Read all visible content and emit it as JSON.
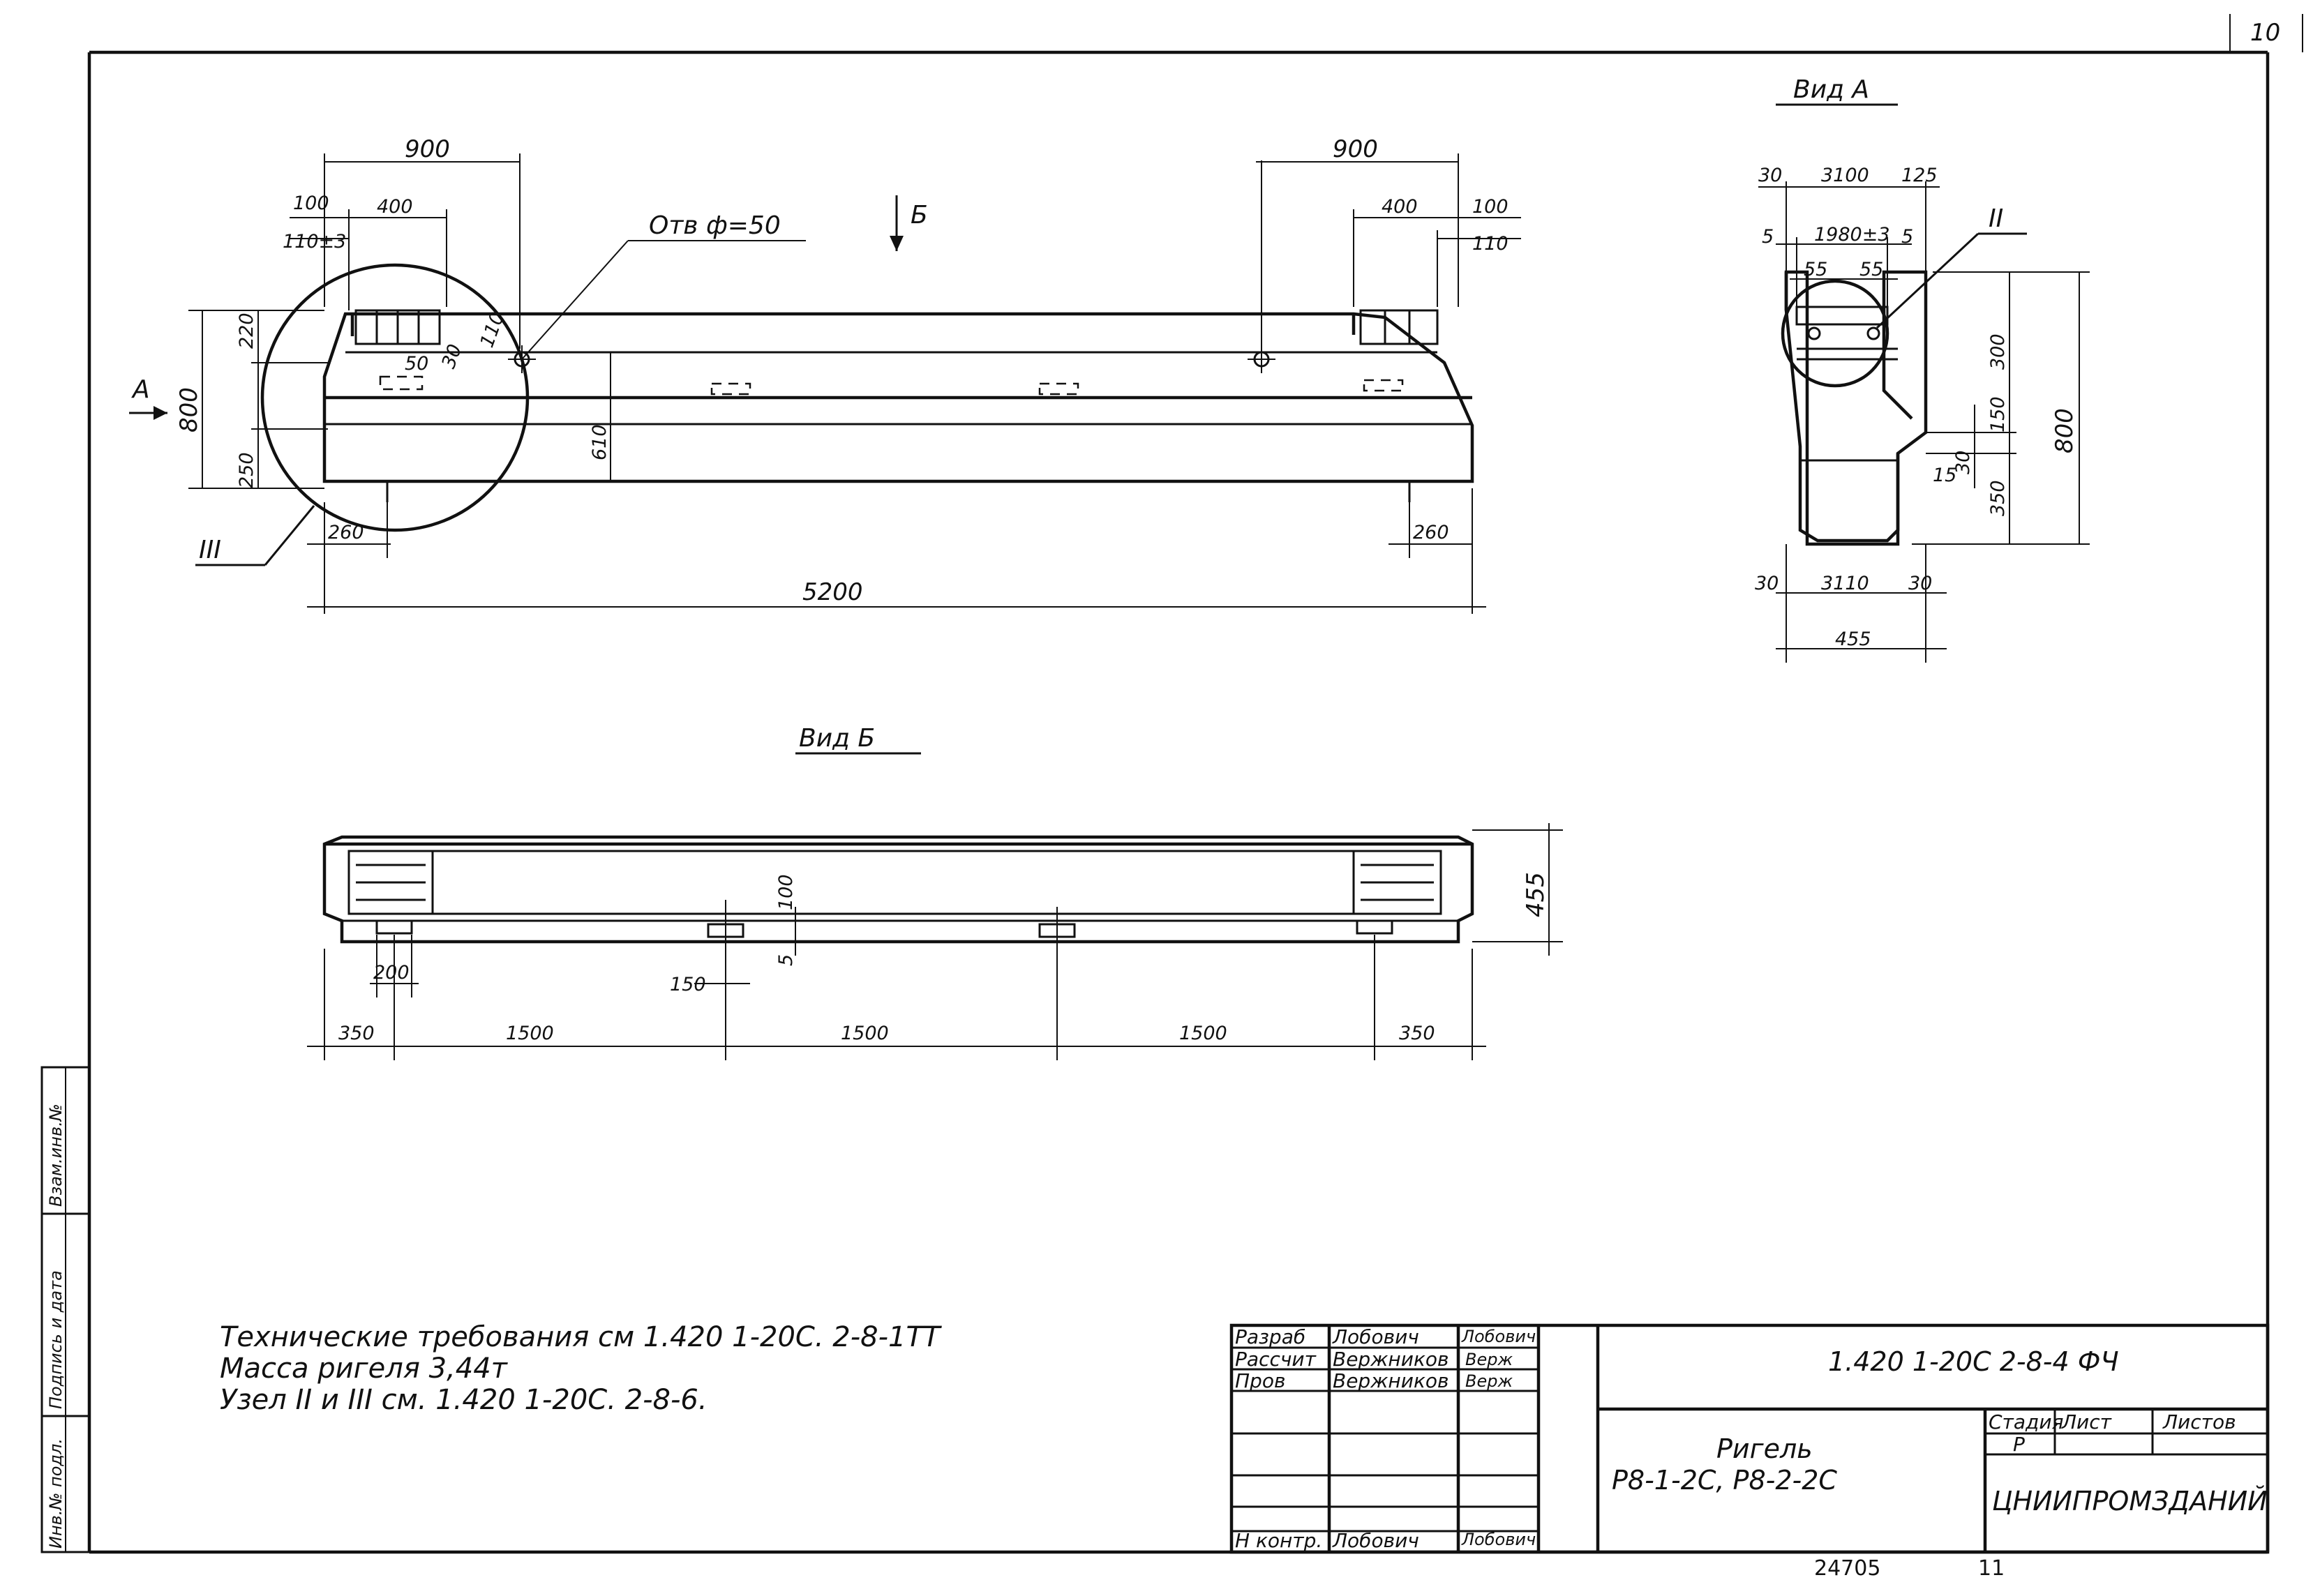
{
  "page_number": "10",
  "view_a": {
    "title": "Вид А",
    "dims": [
      "30",
      "3100",
      "125",
      "5",
      "1980±3",
      "5",
      "55",
      "55",
      "300",
      "150",
      "30",
      "15",
      "350",
      "800",
      "30",
      "3110",
      "30",
      "455"
    ],
    "node_label": "II"
  },
  "main_view": {
    "label_a": "А",
    "label_b": "Б",
    "hole_label": "Отв ф=50",
    "node_label": "III",
    "dims_left": [
      "900",
      "400",
      "100",
      "110±3",
      "220",
      "800",
      "250",
      "50",
      "30",
      "110",
      "610"
    ],
    "dims_right": [
      "900",
      "400",
      "100",
      "110"
    ],
    "dim_bottom_left": "260",
    "dim_bottom_right": "260",
    "dim_total": "5200"
  },
  "view_b": {
    "title": "Вид Б",
    "dims": [
      "100",
      "5",
      "455",
      "200",
      "150"
    ],
    "dims_bottom": [
      "350",
      "1500",
      "1500",
      "1500",
      "350"
    ]
  },
  "notes": [
    "Технические требования см 1.420 1-20С. 2-8-1ТТ",
    "Масса ригеля 3,44т",
    "Узел II и III см. 1.420 1-20С. 2-8-6."
  ],
  "side_stamp": [
    "Инв.№ подл.",
    "Подпись и дата",
    "Взам.инв.№"
  ],
  "title_block": {
    "roles": [
      "Разраб",
      "Рассчит",
      "Пров",
      "",
      "",
      "",
      "Н контр."
    ],
    "names": [
      "Лобович",
      "Вержников",
      "Вержников",
      "",
      "",
      "",
      "Лобович"
    ],
    "signatures": [
      "Лобович",
      "Верж",
      "Верж",
      "",
      "",
      "",
      "Лобович"
    ],
    "code": "1.420 1-20С 2-8-4 ФЧ",
    "product_line1": "Ригель",
    "product_line2": "Р8-1-2С,  Р8-2-2С",
    "stage_label": "Стадия",
    "sheet_label": "Лист",
    "sheets_label": "Листов",
    "stage_value": "Р",
    "org": "ЦНИИПРОМЗДАНИЙ"
  },
  "bottom_numbers": [
    "24705",
    "11"
  ]
}
